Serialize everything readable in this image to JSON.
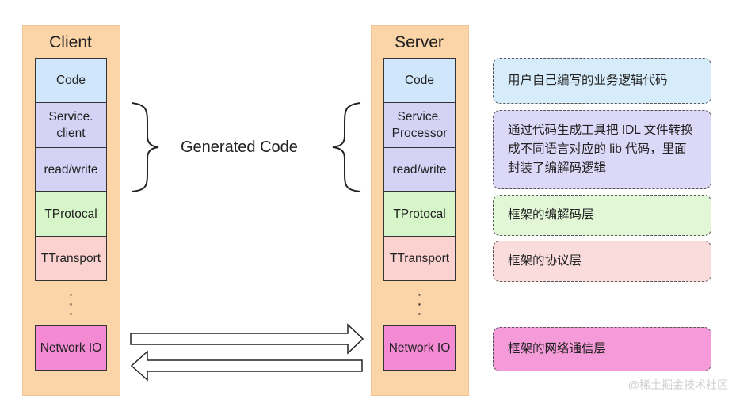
{
  "colors": {
    "column_bg": "#fbd4a8",
    "code": "#cfe6fb",
    "generated": "#d4d2f5",
    "protocol": "#d6f5c8",
    "transport": "#fbd2d0",
    "network": "#f38ad3",
    "note_blue": "#d7ecfb",
    "note_purple": "#dcd8f7",
    "note_green": "#e1f7d6",
    "note_pink": "#fbdcdc",
    "note_magenta": "#f59bd9"
  },
  "client": {
    "title": "Client",
    "layers": [
      "Code",
      "Service.\nclient",
      "read/write",
      "TProtocal",
      "TTransport"
    ],
    "dots": "·\n·\n·",
    "network": "Network IO"
  },
  "server": {
    "title": "Server",
    "layers": [
      "Code",
      "Service.\nProcessor",
      "read/write",
      "TProtocal",
      "TTransport"
    ],
    "dots": "·\n·\n·",
    "network": "Network IO"
  },
  "generated_code_label": "Generated Code",
  "notes": [
    "用户自己编写的业务逻辑代码",
    "通过代码生成工具把 IDL 文件转换成不同语言对应的 lib 代码，里面封装了编解码逻辑",
    "框架的编解码层",
    "框架的协议层",
    "框架的网络通信层"
  ],
  "watermark": "@稀土掘金技术社区",
  "icons": {
    "left_brace": "left-curly-brace-icon",
    "right_brace": "right-curly-brace-icon",
    "arrow_right": "arrow-right-icon",
    "arrow_left": "arrow-left-icon"
  }
}
